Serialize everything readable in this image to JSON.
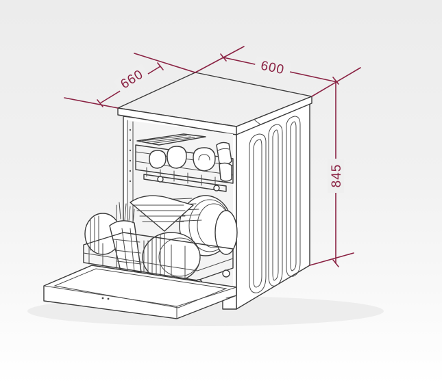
{
  "dimensions": {
    "depth": "660",
    "width": "600",
    "height": "845"
  },
  "colors": {
    "dimension_line": "#8a2243",
    "outline": "#3a3a3a",
    "background": "#efefef"
  }
}
